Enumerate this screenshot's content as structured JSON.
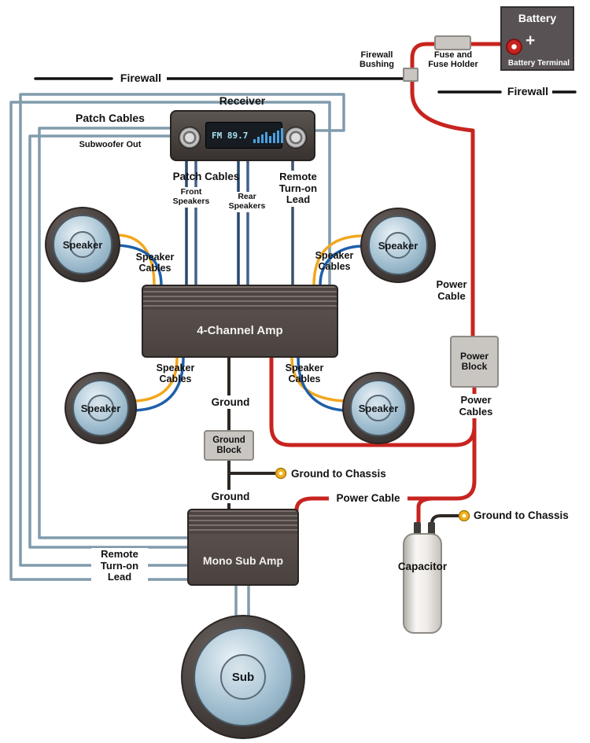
{
  "colors": {
    "power_wire": "#c8241f",
    "patch_wire": "#809bac",
    "speaker_wire_yellow": "#f2a71c",
    "speaker_wire_blue": "#1e5fa9",
    "ground_wire": "#2e2824",
    "remote_wire": "#3c5068",
    "navy_wire": "#27486b",
    "terminal_yellow": "#f2b21c",
    "battery_fill": "#585254",
    "block_fill": "#c9c6c2"
  },
  "battery": {
    "label": "Battery",
    "plus": "+",
    "terminal_label": "Battery Terminal"
  },
  "fuse": {
    "label": "Fuse and Fuse Holder"
  },
  "firewall": {
    "left": "Firewall",
    "right": "Firewall",
    "bushing": "Firewall Bushing"
  },
  "receiver": {
    "label": "Receiver",
    "display": "FM 89.7"
  },
  "patch_left": {
    "title": "Patch Cables",
    "subtitle": "Subwoofer Out"
  },
  "patch_bottom": {
    "title": "Patch Cables",
    "front": "Front Speakers",
    "rear": "Rear Speakers"
  },
  "remote": {
    "top": "Remote Turn-on Lead",
    "bottom": "Remote Turn-on Lead"
  },
  "speakers": {
    "front_left": "Speaker",
    "front_right": "Speaker",
    "rear_left": "Speaker",
    "rear_right": "Speaker",
    "sub": "Sub"
  },
  "cable_labels": {
    "front_left": "Speaker Cables",
    "front_right": "Speaker Cables",
    "rear_left": "Speaker Cables",
    "rear_right": "Speaker Cables"
  },
  "amps": {
    "four_channel": "4-Channel Amp",
    "mono_sub": "Mono Sub Amp"
  },
  "power": {
    "cable_right": "Power Cable",
    "block": "Power Block",
    "cables": "Power Cables",
    "cable_bottom": "Power Cable"
  },
  "ground": {
    "upper": "Ground",
    "block": "Ground Block",
    "to_chassis_amp": "Ground to Chassis",
    "lower": "Ground",
    "to_chassis_cap": "Ground to Chassis"
  },
  "capacitor": {
    "label": "Capacitor"
  }
}
